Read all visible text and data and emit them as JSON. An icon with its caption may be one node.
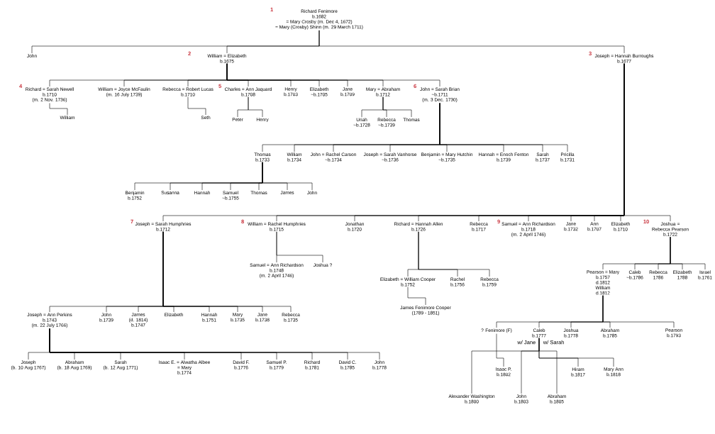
{
  "diagram": {
    "nodes": [
      {
        "text": [
          "Richard Fenimore",
          "b.1682",
          "= Mary Crosby (m. Dec 4, 1672)",
          "= Mary (Crosby) Shinn (m. 29 March 1711)"
        ]
      },
      {
        "text": [
          "John"
        ]
      },
      {
        "text": [
          "William = Elizabeth",
          "b.1675"
        ]
      },
      {
        "text": [
          "Joseph = Hannah Burroughs",
          "b.1677"
        ]
      },
      {
        "text": [
          "Richard = Sarah Newell",
          "b.1710",
          "(m. 2 Nov. 1736)"
        ]
      },
      {
        "text": [
          "William"
        ]
      },
      {
        "text": [
          "William = Joyce McFaulin",
          "(m. 16 July 1739)"
        ]
      },
      {
        "text": [
          "Rebecca = Robert Lucas",
          "b.1710"
        ]
      },
      {
        "text": [
          "Seth"
        ]
      },
      {
        "text": [
          "Charles = Ann Jaquard",
          "b.1708"
        ]
      },
      {
        "text": [
          "Peter"
        ]
      },
      {
        "text": [
          "Henry"
        ]
      },
      {
        "text": [
          "Henry",
          "b.1703"
        ]
      },
      {
        "text": [
          "Elizabeth",
          "~b.1705"
        ]
      },
      {
        "text": [
          "Jane",
          "b.1709"
        ]
      },
      {
        "text": [
          "Mary = Abraham",
          "b.1712"
        ]
      },
      {
        "text": [
          "Uriah",
          "~b.1728"
        ]
      },
      {
        "text": [
          "Rebecca",
          "~b.1739"
        ]
      },
      {
        "text": [
          "Thomas"
        ]
      },
      {
        "text": [
          "John = Sarah Brian",
          "~b.1711",
          "(m. 3 Dec. 1730)"
        ]
      },
      {
        "text": [
          "Thomas",
          "b.1733"
        ]
      },
      {
        "text": [
          "William",
          "b.1734"
        ]
      },
      {
        "text": [
          "John = Rachel Carson",
          "~b.1734"
        ]
      },
      {
        "text": [
          "Joseph = Sarah Vanhorse",
          "~b.1736"
        ]
      },
      {
        "text": [
          "Benjamin = Mary Hutchin",
          "~b.1735"
        ]
      },
      {
        "text": [
          "Hannah = Enoch Fenton",
          "b.1739"
        ]
      },
      {
        "text": [
          "Sarah",
          "b.1737"
        ]
      },
      {
        "text": [
          "Pricilla",
          "b.1731"
        ]
      },
      {
        "text": [
          "Benjamin",
          "b.1752"
        ]
      },
      {
        "text": [
          "Susanna"
        ]
      },
      {
        "text": [
          "Hannah"
        ]
      },
      {
        "text": [
          "Samuel",
          "~b.1755"
        ]
      },
      {
        "text": [
          "Thomas"
        ]
      },
      {
        "text": [
          "James"
        ]
      },
      {
        "text": [
          "John"
        ]
      },
      {
        "text": [
          "Joseph = Sarah Humphries",
          "b.1712"
        ]
      },
      {
        "text": [
          "William = Rachel Humphries",
          "b.1715"
        ]
      },
      {
        "text": [
          "Jonathan",
          "b.1720"
        ]
      },
      {
        "text": [
          "Richard = Hannah Allen",
          "b.1726"
        ]
      },
      {
        "text": [
          "Rebecca",
          "b.1717"
        ]
      },
      {
        "text": [
          "Samuel = Ann Richardson",
          "b.1718",
          "(m. 2 April 1746)"
        ]
      },
      {
        "text": [
          "Jane",
          "b.1732"
        ]
      },
      {
        "text": [
          "Ann",
          "b.1707"
        ]
      },
      {
        "text": [
          "Elizabeth",
          "b.1710"
        ]
      },
      {
        "text": [
          "Joshua = Rebecca Pearson",
          "b.1722"
        ]
      },
      {
        "text": [
          "Samuel = Ann Richardson",
          "b.1748",
          "(m. 2 April 1746)"
        ]
      },
      {
        "text": [
          "Joshua ?"
        ]
      },
      {
        "text": [
          "Elizabeth = William Cooper",
          "b.1752"
        ]
      },
      {
        "text": [
          "Rachel",
          "b.1756"
        ]
      },
      {
        "text": [
          "Rebecca",
          "b.1759"
        ]
      },
      {
        "text": [
          "James Fenimore Cooper",
          "(1789 - 1851)"
        ]
      },
      {
        "text": [
          "Joseph = Ann Perkins",
          "b.1743",
          "(m. 22 July 1766)"
        ]
      },
      {
        "text": [
          "John",
          "b.1739"
        ]
      },
      {
        "text": [
          "James",
          "(d. 1814)",
          "b.1747"
        ]
      },
      {
        "text": [
          "Elizabeth"
        ]
      },
      {
        "text": [
          "Hannah",
          "b.1751"
        ]
      },
      {
        "text": [
          "Mary",
          "b.1735"
        ]
      },
      {
        "text": [
          "Jane",
          "b.1738"
        ]
      },
      {
        "text": [
          "Rebecca",
          "b.1735"
        ]
      },
      {
        "text": [
          "Joseph",
          "(b. 10 Aug 1767)"
        ]
      },
      {
        "text": [
          "Abraham",
          "(b. 18 Aug 1769)"
        ]
      },
      {
        "text": [
          "Sarah",
          "(b. 12 Aug 1771)"
        ]
      },
      {
        "text": [
          "Isaac E. = Alwatha Albee",
          "= Mary",
          "b.1774"
        ]
      },
      {
        "text": [
          "David F.",
          "b.1776"
        ]
      },
      {
        "text": [
          "Samuel P.",
          "b.1779"
        ]
      },
      {
        "text": [
          "Richard",
          "b.1781"
        ]
      },
      {
        "text": [
          "David C.",
          "b.1785"
        ]
      },
      {
        "text": [
          "John",
          "b.1778"
        ]
      },
      {
        "text": [
          "Pearson = Mary",
          "b.1757",
          "d.1812",
          "William",
          "d.1812"
        ]
      },
      {
        "text": [
          "Caleb",
          "~b.1786"
        ]
      },
      {
        "text": [
          "Rebecca",
          "1786"
        ]
      },
      {
        "text": [
          "Elizabeth",
          "1788"
        ]
      },
      {
        "text": [
          "Israel",
          "b.1761"
        ]
      },
      {
        "text": [
          "? Fenimore (F)"
        ]
      },
      {
        "text": [
          "Isaac P.",
          "b.1802"
        ]
      },
      {
        "text": [
          "Caleb",
          "b.1777"
        ]
      },
      {
        "text": [
          "Joshua",
          "b.1778"
        ]
      },
      {
        "text": [
          "Abraham",
          "b.1785"
        ]
      },
      {
        "text": [
          "Pearson",
          "b.1793"
        ]
      },
      {
        "text": [
          "Alexander Washington",
          "b.1800"
        ]
      },
      {
        "text": [
          "John",
          "b.1803"
        ]
      },
      {
        "text": [
          "Abraham",
          "b.1805"
        ]
      },
      {
        "text": [
          "Hiram",
          "b.1817"
        ]
      },
      {
        "text": [
          "Mary Ann",
          "b.1818"
        ]
      }
    ],
    "edges": [
      {
        "from": 0,
        "to": 1,
        "arrow": "none"
      },
      {
        "from": 0,
        "to": 2,
        "arrow": "none"
      },
      {
        "from": 0,
        "to": 3,
        "arrow": "none"
      },
      {
        "from": 2,
        "to": 4,
        "arrow": "none"
      },
      {
        "from": 2,
        "to": 6,
        "arrow": "none"
      },
      {
        "from": 2,
        "to": 7,
        "arrow": "none"
      },
      {
        "from": 2,
        "to": 9,
        "arrow": "none"
      },
      {
        "from": 2,
        "to": 12,
        "arrow": "none"
      },
      {
        "from": 2,
        "to": 13,
        "arrow": "none"
      },
      {
        "from": 2,
        "to": 14,
        "arrow": "none"
      },
      {
        "from": 2,
        "to": 15,
        "arrow": "none"
      },
      {
        "from": 2,
        "to": 19,
        "arrow": "none"
      },
      {
        "from": 4,
        "to": 5,
        "arrow": "none"
      },
      {
        "from": 7,
        "to": 8,
        "arrow": "none"
      },
      {
        "from": 9,
        "to": 10,
        "arrow": "none"
      },
      {
        "from": 9,
        "to": 11,
        "arrow": "none"
      },
      {
        "from": 15,
        "to": 16,
        "arrow": "none"
      },
      {
        "from": 15,
        "to": 17,
        "arrow": "none"
      },
      {
        "from": 15,
        "to": 18,
        "arrow": "none"
      },
      {
        "from": 19,
        "to": 20,
        "arrow": "none"
      },
      {
        "from": 19,
        "to": 21,
        "arrow": "none"
      },
      {
        "from": 19,
        "to": 22,
        "arrow": "none"
      },
      {
        "from": 19,
        "to": 23,
        "arrow": "none"
      },
      {
        "from": 19,
        "to": 24,
        "arrow": "none"
      },
      {
        "from": 19,
        "to": 25,
        "arrow": "none"
      },
      {
        "from": 19,
        "to": 26,
        "arrow": "none"
      },
      {
        "from": 19,
        "to": 27,
        "arrow": "none"
      },
      {
        "from": 20,
        "to": 28,
        "arrow": "none"
      },
      {
        "from": 20,
        "to": 29,
        "arrow": "none"
      },
      {
        "from": 20,
        "to": 30,
        "arrow": "none"
      },
      {
        "from": 20,
        "to": 31,
        "arrow": "none"
      },
      {
        "from": 20,
        "to": 32,
        "arrow": "none"
      },
      {
        "from": 20,
        "to": 33,
        "arrow": "none"
      },
      {
        "from": 20,
        "to": 34,
        "arrow": "none"
      },
      {
        "from": 3,
        "to": 35,
        "arrow": "none"
      },
      {
        "from": 3,
        "to": 36,
        "arrow": "none"
      },
      {
        "from": 3,
        "to": 37,
        "arrow": "none"
      },
      {
        "from": 3,
        "to": 38,
        "arrow": "none"
      },
      {
        "from": 3,
        "to": 39,
        "arrow": "none"
      },
      {
        "from": 3,
        "to": 40,
        "arrow": "none"
      },
      {
        "from": 3,
        "to": 41,
        "arrow": "none"
      },
      {
        "from": 3,
        "to": 42,
        "arrow": "none"
      },
      {
        "from": 3,
        "to": 43,
        "arrow": "none"
      },
      {
        "from": 3,
        "to": 44,
        "arrow": "none"
      },
      {
        "from": 36,
        "to": 45,
        "arrow": "none"
      },
      {
        "from": 36,
        "to": 46,
        "arrow": "none"
      },
      {
        "from": 38,
        "to": 47,
        "arrow": "none"
      },
      {
        "from": 38,
        "to": 48,
        "arrow": "none"
      },
      {
        "from": 38,
        "to": 49,
        "arrow": "none"
      },
      {
        "from": 47,
        "to": 50,
        "arrow": "none"
      },
      {
        "from": 35,
        "to": 51,
        "arrow": "none"
      },
      {
        "from": 35,
        "to": 52,
        "arrow": "none"
      },
      {
        "from": 35,
        "to": 53,
        "arrow": "none"
      },
      {
        "from": 35,
        "to": 54,
        "arrow": "none"
      },
      {
        "from": 35,
        "to": 55,
        "arrow": "none"
      },
      {
        "from": 35,
        "to": 56,
        "arrow": "none"
      },
      {
        "from": 35,
        "to": 57,
        "arrow": "none"
      },
      {
        "from": 35,
        "to": 58,
        "arrow": "none"
      },
      {
        "from": 51,
        "to": 59,
        "arrow": "none"
      },
      {
        "from": 51,
        "to": 60,
        "arrow": "none"
      },
      {
        "from": 51,
        "to": 61,
        "arrow": "none"
      },
      {
        "from": 51,
        "to": 62,
        "arrow": "none"
      },
      {
        "from": 51,
        "to": 63,
        "arrow": "none"
      },
      {
        "from": 51,
        "to": 64,
        "arrow": "none"
      },
      {
        "from": 51,
        "to": 65,
        "arrow": "none"
      },
      {
        "from": 51,
        "to": 66,
        "arrow": "none"
      },
      {
        "from": 51,
        "to": 67,
        "arrow": "none"
      },
      {
        "from": 44,
        "to": 68,
        "arrow": "none"
      },
      {
        "from": 44,
        "to": 69,
        "arrow": "none"
      },
      {
        "from": 44,
        "to": 70,
        "arrow": "none"
      },
      {
        "from": 44,
        "to": 71,
        "arrow": "none"
      },
      {
        "from": 44,
        "to": 72,
        "arrow": "none"
      },
      {
        "from": 68,
        "to": 73,
        "arrow": "none"
      },
      {
        "from": 68,
        "to": 75,
        "arrow": "none"
      },
      {
        "from": 68,
        "to": 76,
        "arrow": "none"
      },
      {
        "from": 68,
        "to": 77,
        "arrow": "none"
      },
      {
        "from": 68,
        "to": 78,
        "arrow": "none"
      },
      {
        "from": 73,
        "to": 74,
        "arrow": "none"
      },
      {
        "from": 75,
        "to": 79,
        "arrow": "none"
      },
      {
        "from": 75,
        "to": 80,
        "arrow": "none"
      },
      {
        "from": 75,
        "to": 81,
        "arrow": "none"
      },
      {
        "from": 75,
        "to": 82,
        "arrow": "none"
      },
      {
        "from": 75,
        "to": 83,
        "arrow": "none"
      }
    ],
    "labels": [
      "1",
      "2",
      "3",
      "4",
      "5",
      "6",
      "7",
      "8",
      "9",
      "10",
      "w/ Jane",
      "w/ Sarah"
    ]
  }
}
